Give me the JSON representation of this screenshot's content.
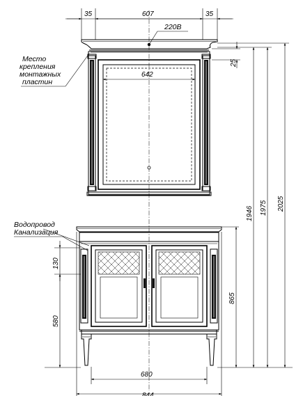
{
  "dimensions": {
    "top_left_overhang": "35",
    "top_width": "607",
    "top_right_overhang": "35",
    "mirror_width": "642",
    "light_gap": "25",
    "height_1946": "1946",
    "height_1975": "1975",
    "height_2025": "2025",
    "pipes_height": "130",
    "drain_height": "580",
    "vanity_height": "865",
    "inner_width": "680",
    "total_width": "844"
  },
  "labels": {
    "power": "220В",
    "mount_line1": "Место",
    "mount_line2": "крепления",
    "mount_line3": "монтажных",
    "mount_line4": "пластин",
    "water": "Водопровод",
    "sewer": "Канализация"
  }
}
